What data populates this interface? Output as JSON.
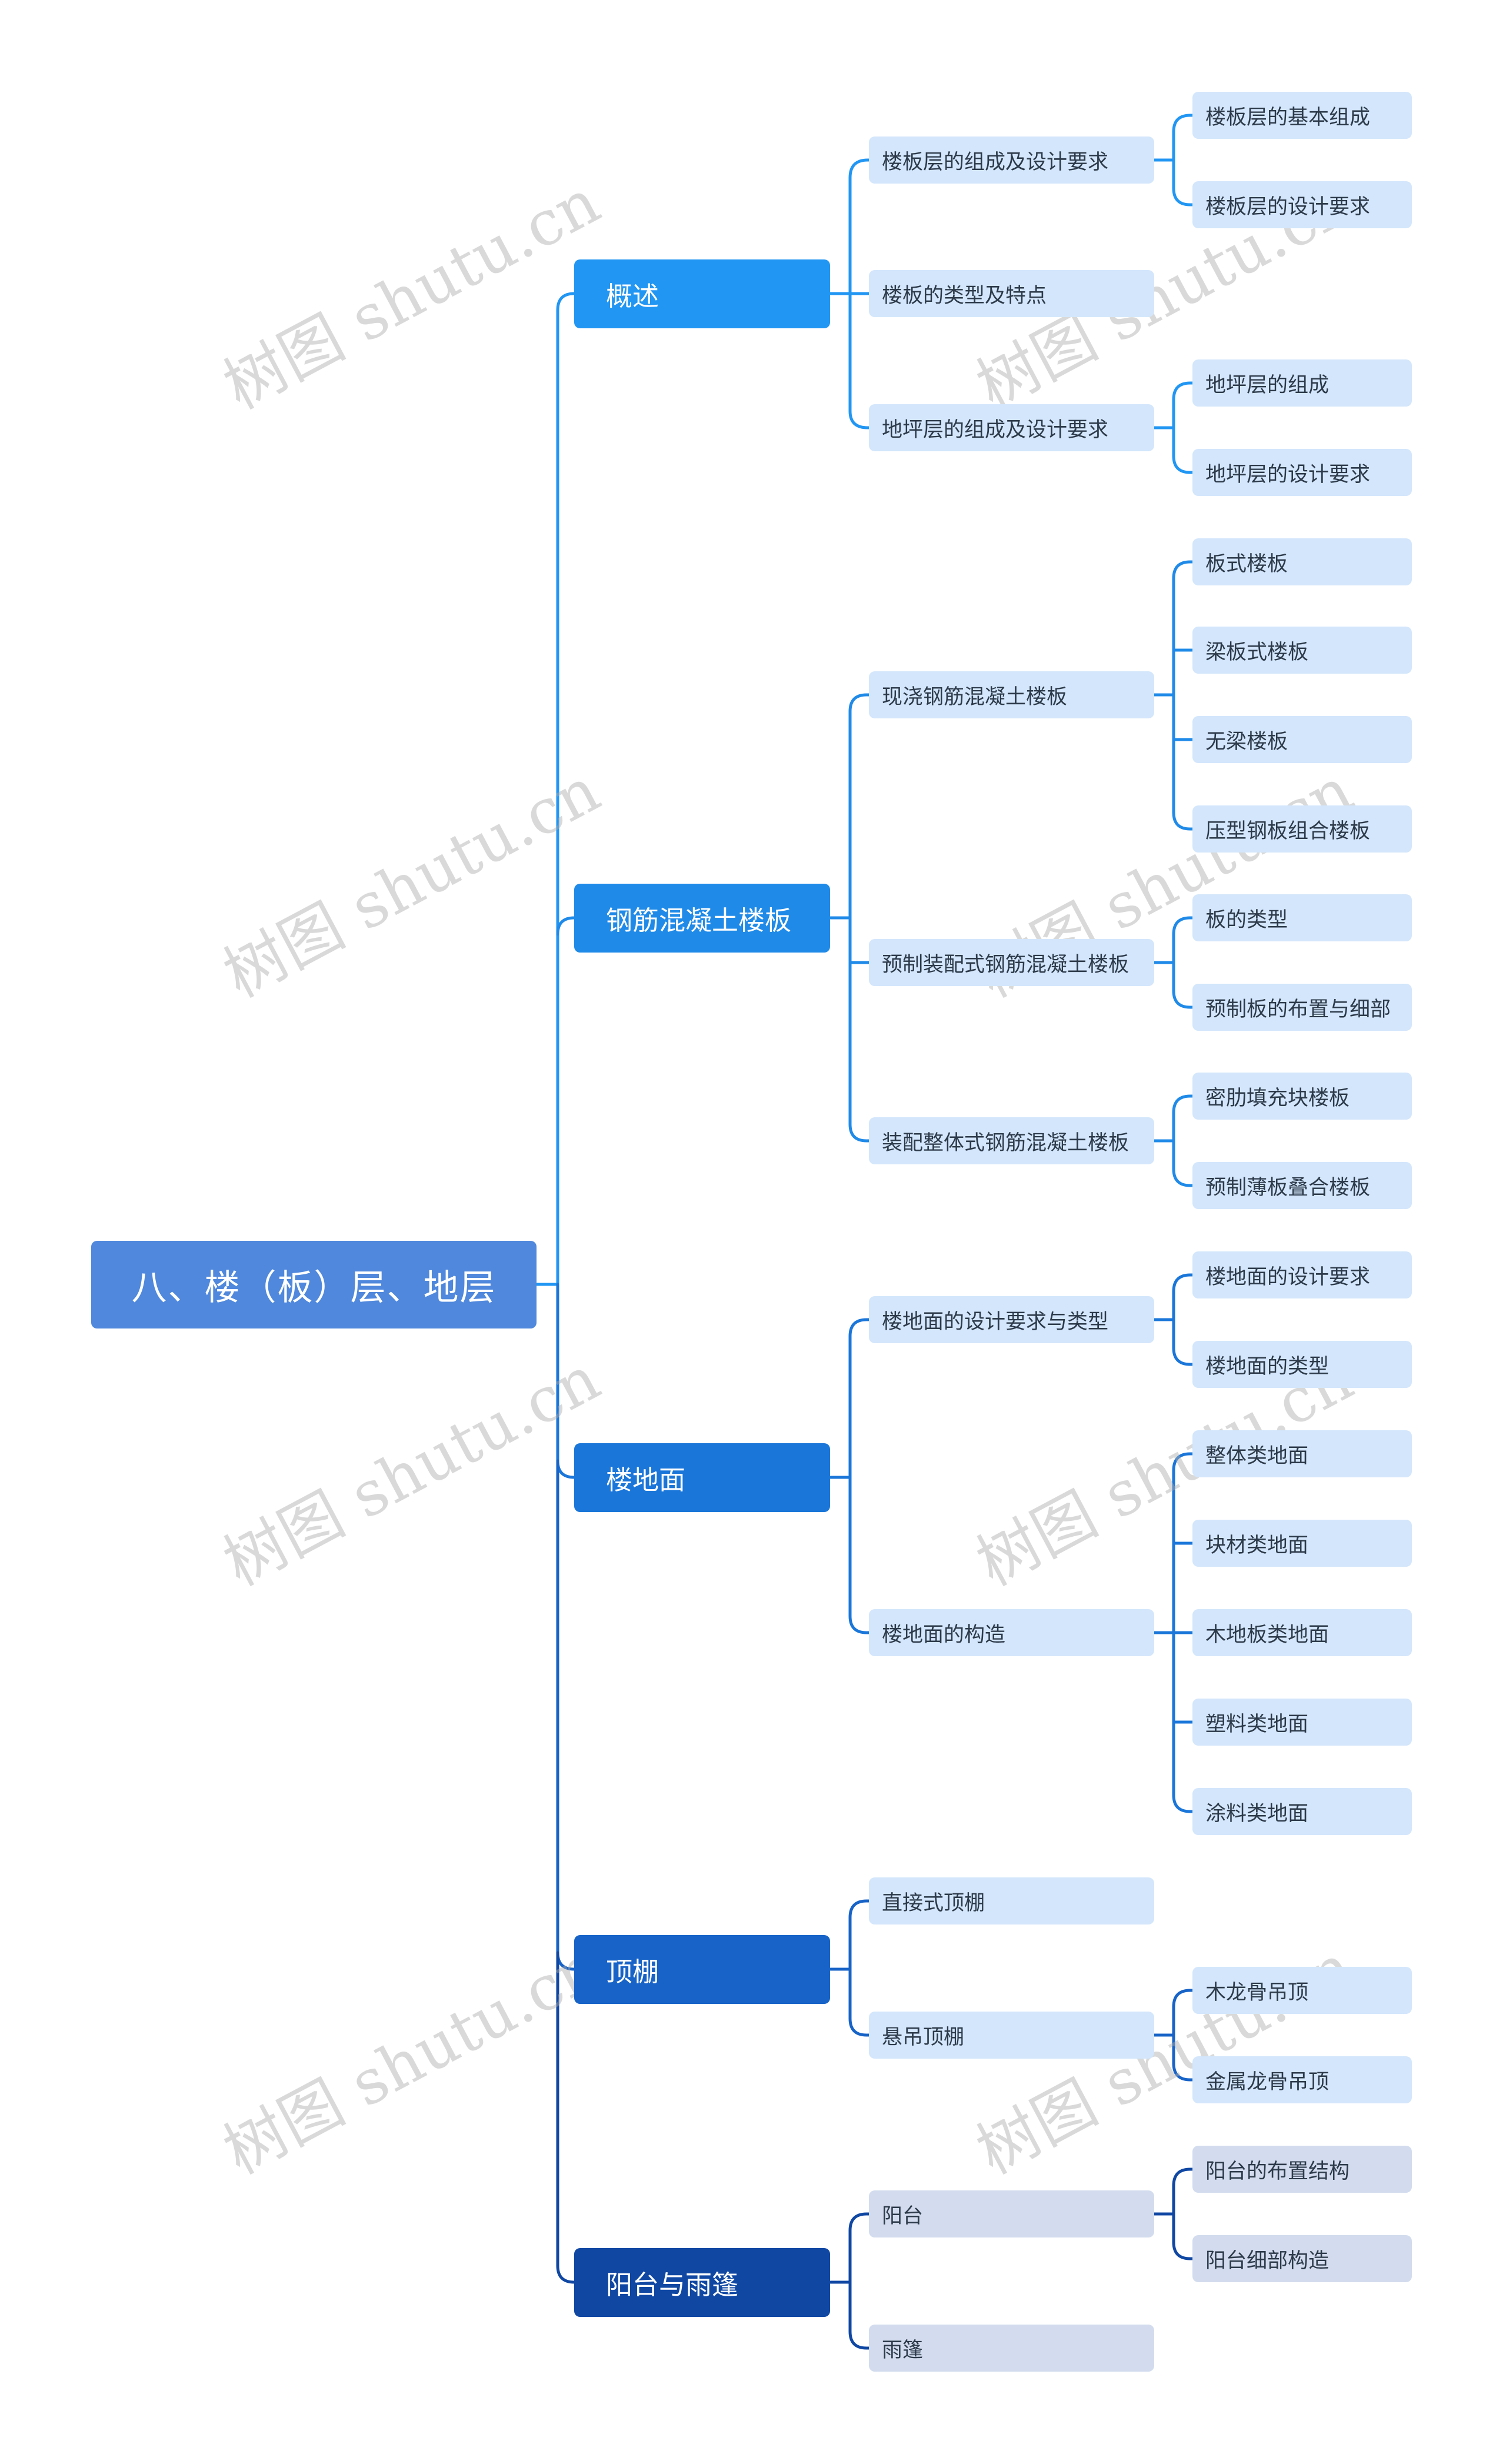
{
  "root": "八、楼（板）层、地层",
  "watermark": "树图 shutu.cn",
  "colors": {
    "root": "#4f88dc",
    "l1_gai_shu": "#2196f3",
    "l1_gang_jin": "#1f8ae8",
    "l1_lou_di_mian": "#1a76d9",
    "l1_ding_peng": "#1763c7",
    "l1_yang_tai": "#0f47a3",
    "leaf": "#d3e6fb",
    "leaf_dim": "#d2dcee"
  },
  "branches": [
    {
      "label": "概述",
      "children": [
        {
          "label": "楼板层的组成及设计要求",
          "children": [
            "楼板层的基本组成",
            "楼板层的设计要求"
          ]
        },
        {
          "label": "楼板的类型及特点",
          "children": []
        },
        {
          "label": "地坪层的组成及设计要求",
          "children": [
            "地坪层的组成",
            "地坪层的设计要求"
          ]
        }
      ]
    },
    {
      "label": "钢筋混凝土楼板",
      "children": [
        {
          "label": "现浇钢筋混凝土楼板",
          "children": [
            "板式楼板",
            "梁板式楼板",
            "无梁楼板",
            "压型钢板组合楼板"
          ]
        },
        {
          "label": "预制装配式钢筋混凝土楼板",
          "children": [
            "板的类型",
            "预制板的布置与细部"
          ]
        },
        {
          "label": "装配整体式钢筋混凝土楼板",
          "children": [
            "密肋填充块楼板",
            "预制薄板叠合楼板"
          ]
        }
      ]
    },
    {
      "label": "楼地面",
      "children": [
        {
          "label": "楼地面的设计要求与类型",
          "children": [
            "楼地面的设计要求",
            "楼地面的类型"
          ]
        },
        {
          "label": "楼地面的构造",
          "children": [
            "整体类地面",
            "块材类地面",
            "木地板类地面",
            "塑料类地面",
            "涂料类地面"
          ]
        }
      ]
    },
    {
      "label": "顶棚",
      "children": [
        {
          "label": "直接式顶棚",
          "children": []
        },
        {
          "label": "悬吊顶棚",
          "children": [
            "木龙骨吊顶",
            "金属龙骨吊顶"
          ]
        }
      ]
    },
    {
      "label": "阳台与雨篷",
      "children": [
        {
          "label": "阳台",
          "children": [
            "阳台的布置结构",
            "阳台细部构造"
          ]
        },
        {
          "label": "雨篷",
          "children": []
        }
      ]
    }
  ]
}
